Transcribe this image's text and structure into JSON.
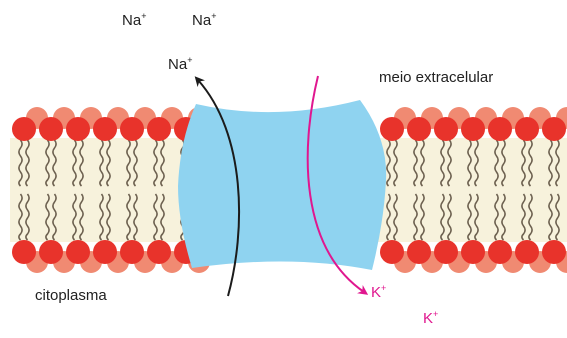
{
  "labels": {
    "ion_na_1": "Na",
    "ion_na_2": "Na",
    "ion_na_3": "Na",
    "ion_k_1": "K",
    "ion_k_2": "K",
    "charge": "+",
    "outside": "meio extracelular",
    "inside": "citoplasma"
  },
  "colors": {
    "head_front": "#e8332b",
    "head_back": "#f08a72",
    "tail_stroke": "#6d6150",
    "tail_fill": "#f7f2dc",
    "protein": "#8fd3f0",
    "na_arrow": "#1b1b1b",
    "k_arrow": "#e0178f"
  }
}
